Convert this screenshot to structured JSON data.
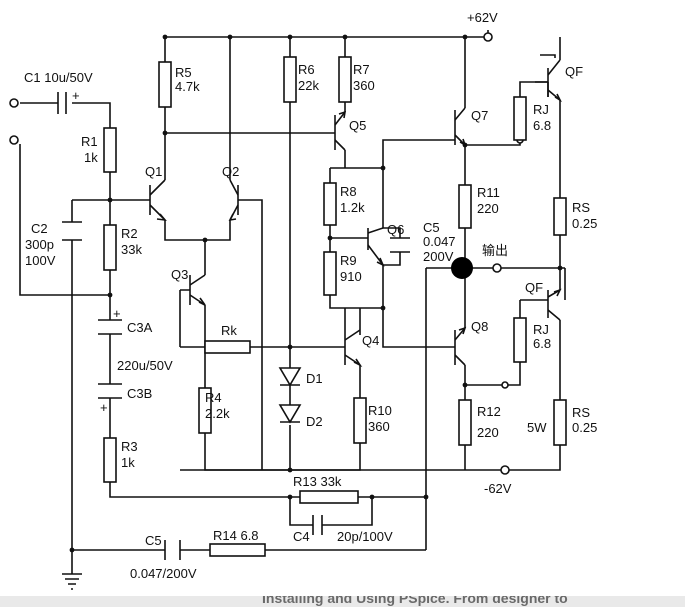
{
  "labels": {
    "c1": "C1 10u/50V",
    "r1_name": "R1",
    "r1_val": "1k",
    "c2_name": "C2",
    "c2_val1": "300p",
    "c2_val2": "100V",
    "r2_name": "R2",
    "r2_val": "33k",
    "q1": "Q1",
    "q2": "Q2",
    "q3": "Q3",
    "c3a": "C3A",
    "c3_val": "220u/50V",
    "c3b": "C3B",
    "r3_name": "R3",
    "r3_val": "1k",
    "r5_name": "R5",
    "r5_val": "4.7k",
    "r6_name": "R6",
    "r6_val": "22k",
    "r7_name": "R7",
    "r7_val": "360",
    "q5": "Q5",
    "r8_name": "R8",
    "r8_val": "1.2k",
    "q6": "Q6",
    "r9_name": "R9",
    "r9_val": "910",
    "c5a_name": "C5",
    "c5a_val": "0.047",
    "c5a_val2": "200V",
    "rk": "Rk",
    "r4_name": "R4",
    "r4_val": "2.2k",
    "d1": "D1",
    "d2": "D2",
    "q4": "Q4",
    "r10_name": "R10",
    "r10_val": "360",
    "vpos": "+62V",
    "vneg": "-62V",
    "q7": "Q7",
    "q8": "Q8",
    "qf_top": "QF",
    "qf_bot": "QF",
    "rj_top_name": "RJ",
    "rj_top_val": "6.8",
    "rj_bot_name": "RJ",
    "rj_bot_val": "6.8",
    "r11_name": "R11",
    "r11_val": "220",
    "r12_name": "R12",
    "r12_val": "220",
    "rs_top_name": "RS",
    "rs_top_val": "0.25",
    "rs_bot_name": "RS",
    "rs_bot_val": "0.25",
    "rs_bot_power": "5W",
    "output": "输出",
    "r13": "R13 33k",
    "c4_name": "C4",
    "c4_val": "20p/100V",
    "c5b_name": "C5",
    "c5b_val": "0.047/200V",
    "r14": "R14 6.8"
  },
  "footer": {
    "text": "Installing and Using PSpice. From designer to"
  }
}
